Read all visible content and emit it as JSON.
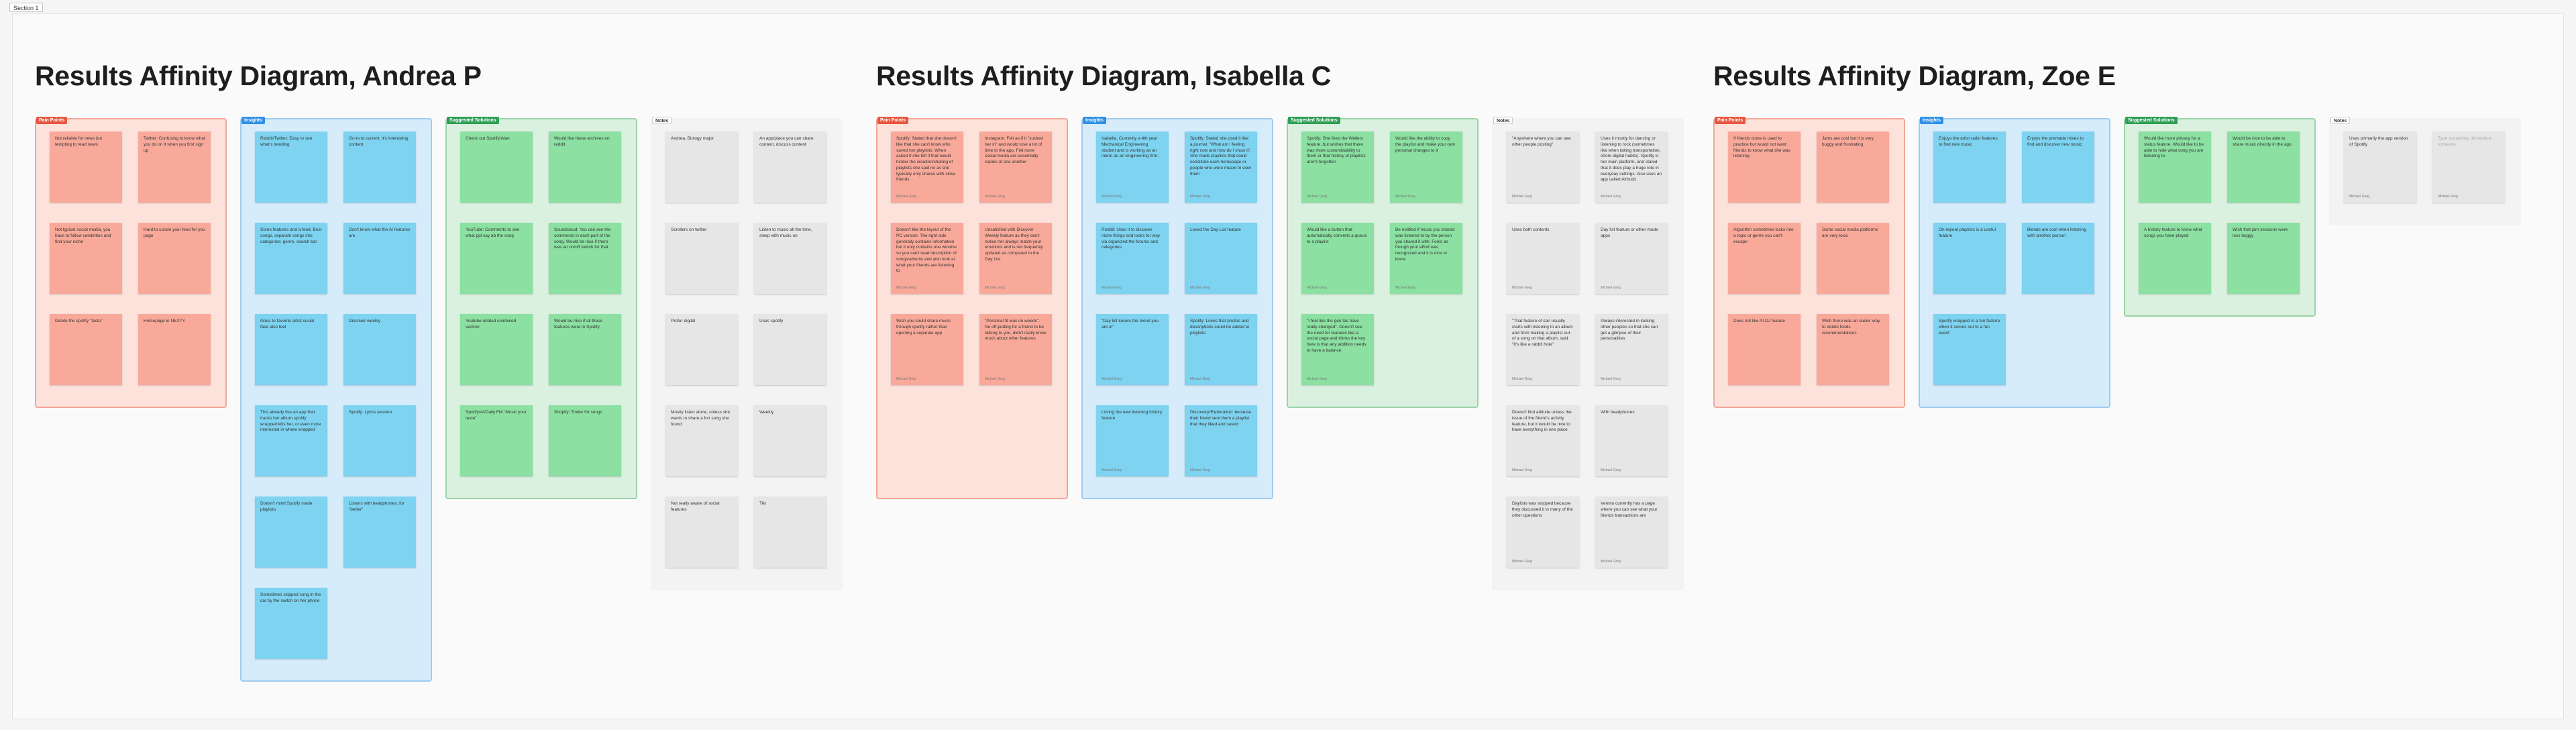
{
  "section_label": "Section 1",
  "diagrams": [
    {
      "title": "Results Affinity Diagram, Andrea P",
      "groups": {
        "pain": {
          "label": "Pain Points",
          "notes": [
            {
              "text": "Not reliable for news but tempting to read news"
            },
            {
              "text": "Twitter: Confusing to know what you do on it when you first sign up"
            },
            {
              "text": "Not typical social media, you have to follow celebrities and find your niche"
            },
            {
              "text": "Hard to curate your feed for you page"
            },
            {
              "text": "Delete the spotify \"taste\""
            },
            {
              "text": "Homepage in NEXTY"
            }
          ]
        },
        "ins": {
          "label": "Insights",
          "notes": [
            {
              "text": "Reddit/Twitter: Easy to see what's trending"
            },
            {
              "text": "Go-to to current, it's interesting content"
            },
            {
              "text": "Some features and a feed, Best songs, separate songs into categories: genre, search bar"
            },
            {
              "text": "Don't know what the AI features are"
            },
            {
              "text": "Goes to favorite artist social face also feel"
            },
            {
              "text": "Discover weekly"
            },
            {
              "text": "This already live an app that tracks her album spotify wrapped kills her, or even more interested in where wrapped"
            },
            {
              "text": "Spotify: Lyrics session"
            },
            {
              "text": "Doesn't mind Spotify made playlists"
            },
            {
              "text": "Listens with headphones, for \"better\""
            },
            {
              "text": "Sometimes skipped song in the car by the switch on her phone"
            }
          ]
        },
        "sug": {
          "label": "Suggested Solutions",
          "notes": [
            {
              "text": "Check out Spotify/Alan"
            },
            {
              "text": "Would like these archives on reddit"
            },
            {
              "text": "YouTube: Comments to see what ppl say ab the song"
            },
            {
              "text": "Soundcloud: You can see the comments in each part of the song. Would be nice if there was an on/off switch for that"
            },
            {
              "text": "Youtube related combined section"
            },
            {
              "text": "Would be nice if all these features were in Spotify"
            },
            {
              "text": "Spotify/AI/Daily FM \"Music your taste\""
            },
            {
              "text": "Shopify: Tinder for songs"
            }
          ]
        },
        "note": {
          "label": "Notes",
          "notes": [
            {
              "text": "Andrea, Biology major"
            },
            {
              "text": "An app/place you can share content, discuss content"
            },
            {
              "text": "Scrollers on twitter"
            },
            {
              "text": "Listen to music all the time, sleep with music on"
            },
            {
              "text": "Prefer digital"
            },
            {
              "text": "Uses spotify"
            },
            {
              "text": "Mostly listen alone, unless she wants to share a fun song she found"
            },
            {
              "text": "Weekly"
            },
            {
              "text": "Not really aware of social features"
            },
            {
              "text": "Tiki"
            }
          ]
        }
      }
    },
    {
      "title": "Results Affinity Diagram, Isabella C",
      "groups": {
        "pain": {
          "label": "Pain Points",
          "notes": [
            {
              "text": "Spotify: Stated that she doesn't like that she can't know who saved her playlists. When asked if she felt if that would hinder the creation/sharing of playlists she said no as she typically only shares with close friends",
              "author": "Michael Greg"
            },
            {
              "text": "Instagram: Felt as if it \"sucked her in\" and would lose a lot of time to the app. Felt more social media are essentially copies of one another",
              "author": "Michael Greg"
            },
            {
              "text": "Doesn't like the layout of the PC version. The right side generally contains information but it only contains one window so you can't read description of songs/albums and also look at what your friends are listening to",
              "author": "Michael Greg"
            },
            {
              "text": "Unsatisfied with Discover Weekly feature as they don't notice her always match your emotions and is not frequently updated as compared to the Day List",
              "author": "Michael Greg"
            },
            {
              "text": "Wish you could share music through spotify rather than opening a separate app",
              "author": "Michael Greg"
            },
            {
              "text": "\"Personal fit was on weeds\". No off-putting for a friend to be talking to you, didn't really know much about other features",
              "author": "Michael Greg"
            }
          ]
        },
        "ins": {
          "label": "Insights",
          "notes": [
            {
              "text": "Isabella, Currently a 4th year Mechanical Engineering student and is working as an intern as an Engineering firm.",
              "author": "Michael Greg"
            },
            {
              "text": "Spotify: Stated she used it like a journal. \"What am I feeling right now and how do I show it\". She made playlists that could constitute each homepage or people who were meant to view them",
              "author": "Michael Greg"
            },
            {
              "text": "Reddit: Uses it to discover niche things and looks for way via organized the forums and categories",
              "author": "Michael Greg"
            },
            {
              "text": "Loved the Day List feature",
              "author": "Michael Greg"
            },
            {
              "text": "\"Day list knows the mood you are in\"",
              "author": "Michael Greg"
            },
            {
              "text": "Spotify: Loves that photos and descriptions could be added to playlists",
              "author": "Michael Greg"
            },
            {
              "text": "Loving the new listening history feature",
              "author": "Michael Greg"
            },
            {
              "text": "Discovery/Exploration: because their friend sent them a playlist that they liked and saved",
              "author": "Michael Greg"
            }
          ]
        },
        "sug": {
          "label": "Suggested Solutions",
          "notes": [
            {
              "text": "Spotify: She likes the Wellers feature, but wishes that there was more customizability to them or that history of playlists aren't forgotten",
              "author": "Michael Greg"
            },
            {
              "text": "Would like the ability to copy the playlist and make your own personal changes to it",
              "author": "Michael Greg"
            },
            {
              "text": "Would like a button that automatically converts a queue to a playlist",
              "author": "Michael Greg"
            },
            {
              "text": "Be notified if music you shared was listened to by the person you shared it with. Feels as though your effort was recognized and it is nice to know.",
              "author": "Michael Greg"
            },
            {
              "text": "\"I feel like the gen tas have really changed\". Doesn't see the need for features like a social page and thinks the key here is that any addition needs to have a balance",
              "author": "Michael Greg"
            }
          ]
        },
        "note": {
          "label": "Notes",
          "notes": [
            {
              "text": "\"Anywhere where you can see other people posting\"",
              "author": "Michael Greg"
            },
            {
              "text": "Uses it mostly for dancing or listening to rock (sometimes like when taking transportation, chore digital habits). Spotify is her main platform, and stated that it does play a huge role in everyday settings. Also uses an app called Airbuds",
              "author": "Michael Greg"
            },
            {
              "text": "Uses both contents",
              "author": "Michael Greg"
            },
            {
              "text": "Day list feature or other mode apps",
              "author": "Michael Greg"
            },
            {
              "text": "\"That feature of can usually starts with listening to an album and from making a playlist out of a song on that album, said \"It's like a rabbit hole\"",
              "author": "Michael Greg"
            },
            {
              "text": "Always interested in looking other peoples so that she can get a glimpse of their personalities",
              "author": "Michael Greg"
            },
            {
              "text": "Doesn't find attitude unless the issue of the friend's activity feature, but it would be nice to have everything in one place",
              "author": "Michael Greg"
            },
            {
              "text": "With headphones",
              "author": "Michael Greg"
            },
            {
              "text": "Daylists was stopped because they discussed it in many of the other questions",
              "author": "Michael Greg"
            },
            {
              "text": "Venmo currently has a page where you can see what your friends transactions are",
              "author": "Michael Greg"
            }
          ]
        }
      }
    },
    {
      "title": "Results Affinity Diagram, Zoe E",
      "groups": {
        "pain": {
          "label": "Pain Points",
          "notes": [
            {
              "text": "If friends clone is used to practice but would not want friends to know what she was listening"
            },
            {
              "text": "Jams are cool but it is very buggy and frustrating"
            },
            {
              "text": "Algorithm sometimes locks into a topic or genre you can't escape"
            },
            {
              "text": "Some social media platforms are very toxic"
            },
            {
              "text": "Does not like AI DJ feature"
            },
            {
              "text": "Wish there was an easier way to delete foods recommendations"
            }
          ]
        },
        "ins": {
          "label": "Insights",
          "notes": [
            {
              "text": "Enjoys the artist radio features to find new music"
            },
            {
              "text": "Enjoys the premade mixes to find and discover new music"
            },
            {
              "text": "On repeat playlists is a useful feature"
            },
            {
              "text": "Blends are cool when listening with another person"
            },
            {
              "text": "Spotify wrapped is a fun feature when it comes out to a fun event"
            }
          ]
        },
        "sug": {
          "label": "Suggested Solutions",
          "notes": [
            {
              "text": "Would like more privacy for a status feature. Would like to be able to hide what song you are listening to"
            },
            {
              "text": "Would be nice to be able to share music directly in the app"
            },
            {
              "text": "A history feature to know what songs you have played"
            },
            {
              "text": "Wish that jam sessions were less buggy"
            }
          ]
        },
        "note": {
          "label": "Notes",
          "notes": [
            {
              "text": "Uses primarily the app version of Spotify",
              "author": "Michael Greg"
            },
            {
              "text": "Type something, @mention someone",
              "faint": true,
              "author": "Michael Greg"
            }
          ]
        }
      }
    }
  ]
}
